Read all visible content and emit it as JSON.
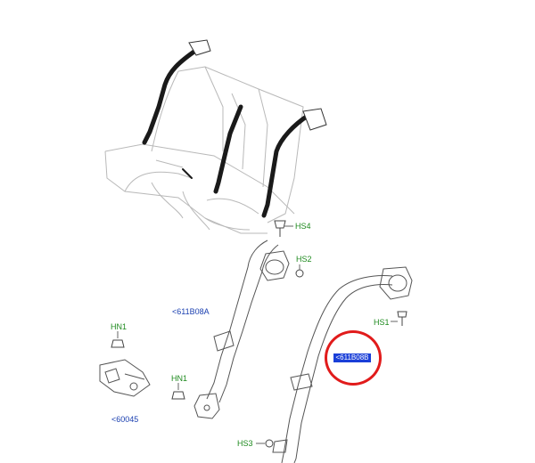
{
  "labels": {
    "hs4": "HS4",
    "hs2": "HS2",
    "hs1": "HS1",
    "hs3": "HS3",
    "hn1_left": "HN1",
    "hn1_mid": "HN1",
    "part_611b08a": "<611B08A",
    "part_60045": "<60045",
    "part_highlighted": "<611B08B"
  },
  "colors": {
    "label_green": "#1e8a1e",
    "label_blue": "#1a3fb0",
    "highlight_fill": "#1a3fd8",
    "highlight_circle": "#e11b1b",
    "line_art": "#555555"
  }
}
